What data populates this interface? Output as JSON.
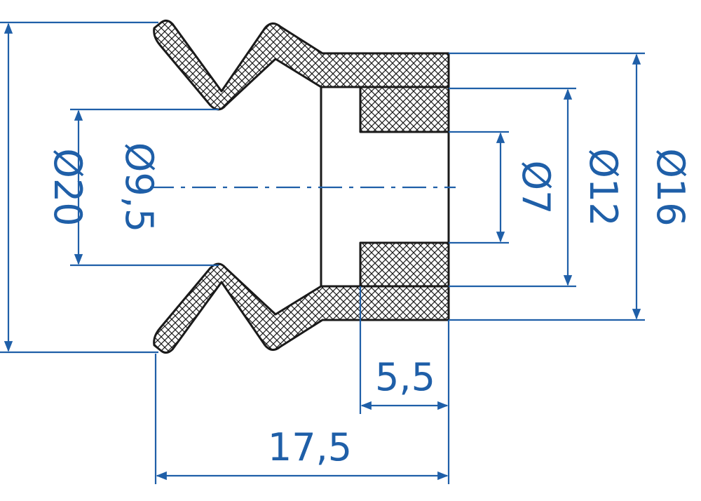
{
  "colors": {
    "dimension": "#1f5fa8",
    "outline": "#1a1a1a",
    "background": "#ffffff"
  },
  "dimensions": {
    "outer_diameter": "Ø20",
    "inner_neck_diameter": "Ø9,5",
    "bore_diameter": "Ø7",
    "counterbore_diameter": "Ø12",
    "shank_diameter": "Ø16",
    "shank_length": "5,5",
    "overall_length": "17,5"
  }
}
